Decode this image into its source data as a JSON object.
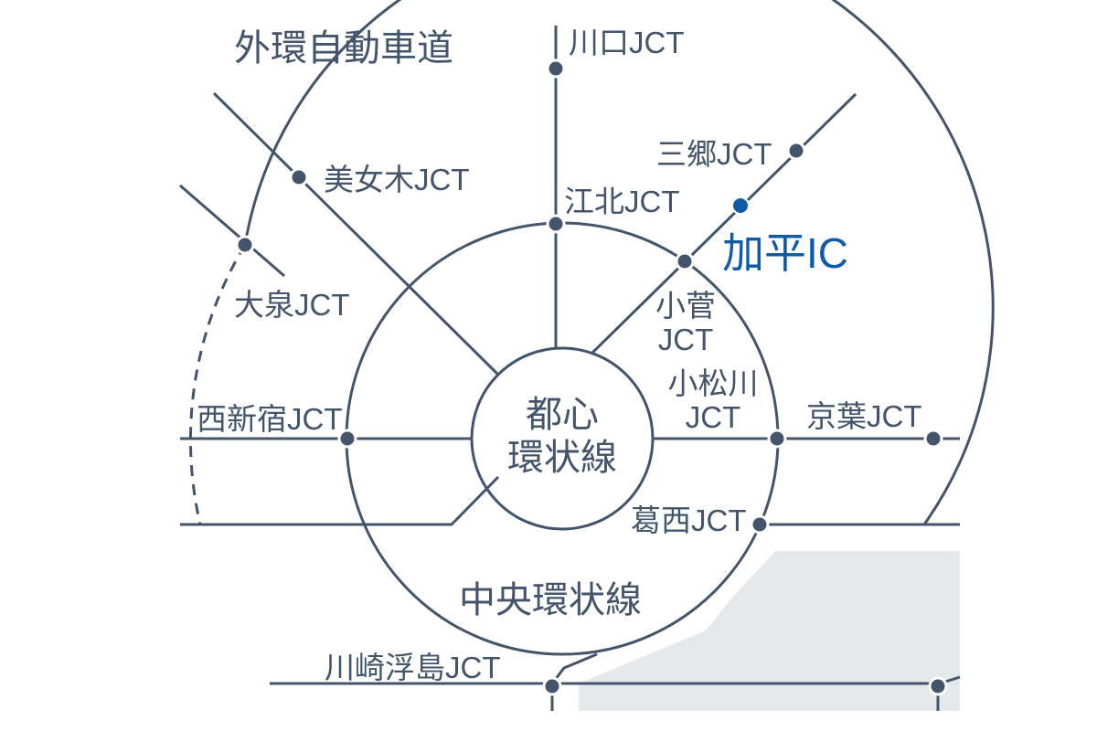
{
  "map": {
    "routes": {
      "outer": "外環自動車道",
      "central": "中央環状線",
      "inner": [
        "都心",
        "環状線"
      ]
    },
    "highlight": {
      "label": "加平IC",
      "color": "#0f5ba8"
    },
    "junctions": {
      "kawaguchi": "川口JCT",
      "misato": "三郷JCT",
      "bijogi": "美女木JCT",
      "kohoku": "江北JCT",
      "oizumi": "大泉JCT",
      "kosuge": [
        "小菅",
        "JCT"
      ],
      "komatsugawa": [
        "小松川",
        "JCT"
      ],
      "nishishinjuku": "西新宿JCT",
      "keiyo": "京葉JCT",
      "kasai": "葛西JCT",
      "kawasaki": "川崎浮島JCT"
    },
    "colors": {
      "line": "#44546a",
      "sea": "#e6e9ec",
      "highlight": "#0f5ba8"
    }
  }
}
